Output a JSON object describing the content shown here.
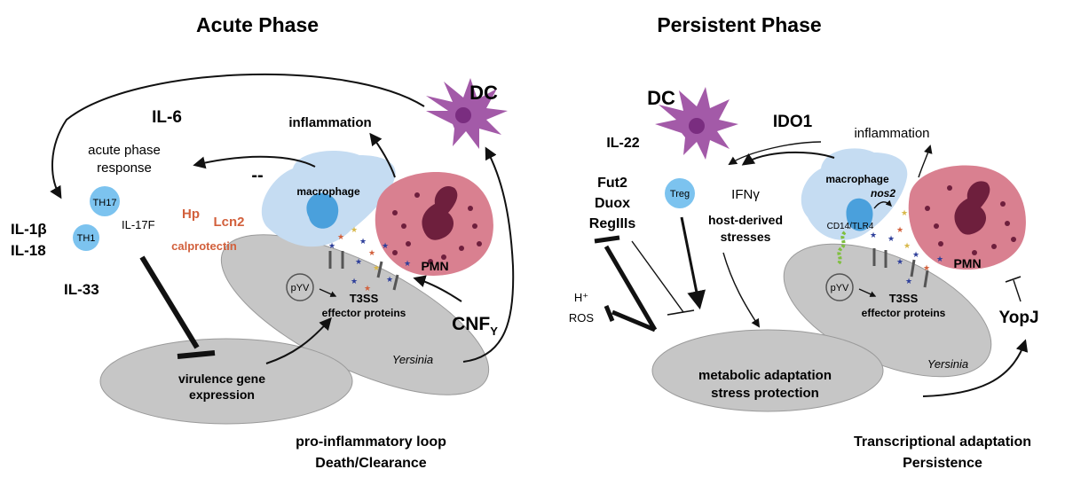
{
  "acute": {
    "title": "Acute Phase",
    "dc": "DC",
    "il6": "IL-6",
    "acute_phase_line1": "acute phase",
    "acute_phase_line2": "response",
    "inflammation": "inflammation",
    "macrophage": "macrophage",
    "th17": "TH17",
    "th1": "TH1",
    "il17f": "IL-17F",
    "il1b": "IL-1β",
    "il18": "IL-18",
    "il33": "IL-33",
    "hp": "Hp",
    "lcn2": "Lcn2",
    "calprotectin": "calprotectin",
    "pmn": "PMN",
    "pyv": "pYV",
    "t3ss": "T3SS",
    "effector": "effector proteins",
    "cnf": "CNF",
    "cnf_sub": "Y",
    "yersinia": "Yersinia",
    "virulence_line1": "virulence gene",
    "virulence_line2": "expression",
    "bottom_line1": "pro-inflammatory loop",
    "bottom_line2": "Death/Clearance",
    "dashes": "--"
  },
  "persistent": {
    "title": "Persistent Phase",
    "dc": "DC",
    "il22": "IL-22",
    "ido1": "IDO1",
    "inflammation": "inflammation",
    "fut2": "Fut2",
    "duox": "Duox",
    "reg": "RegIIIs",
    "treg": "Treg",
    "ifng": "IFNγ",
    "hds_line1": "host-derived",
    "hds_line2": "stresses",
    "macrophage": "macrophage",
    "nos2": "nos2",
    "cd14": "CD14/TLR4",
    "pmn": "PMN",
    "h_plus": "H⁺",
    "ros": "ROS",
    "pyv": "pYV",
    "t3ss": "T3SS",
    "effector": "effector proteins",
    "yopj": "YopJ",
    "yersinia": "Yersinia",
    "meta_line1": "metabolic adaptation",
    "meta_line2": "stress protection",
    "bottom_line1": "Transcriptional adaptation",
    "bottom_line2": "Persistence"
  },
  "colors": {
    "macrophage": "#c5dcf2",
    "nucleus": "#4aa0dc",
    "pmn": "#d98090",
    "pmn_nucleus": "#6e1f3d",
    "dc": "#a35aa8",
    "yersinia": "#c6c6c6",
    "tcell": "#7cc3ef",
    "salmon": "#d2603c"
  }
}
